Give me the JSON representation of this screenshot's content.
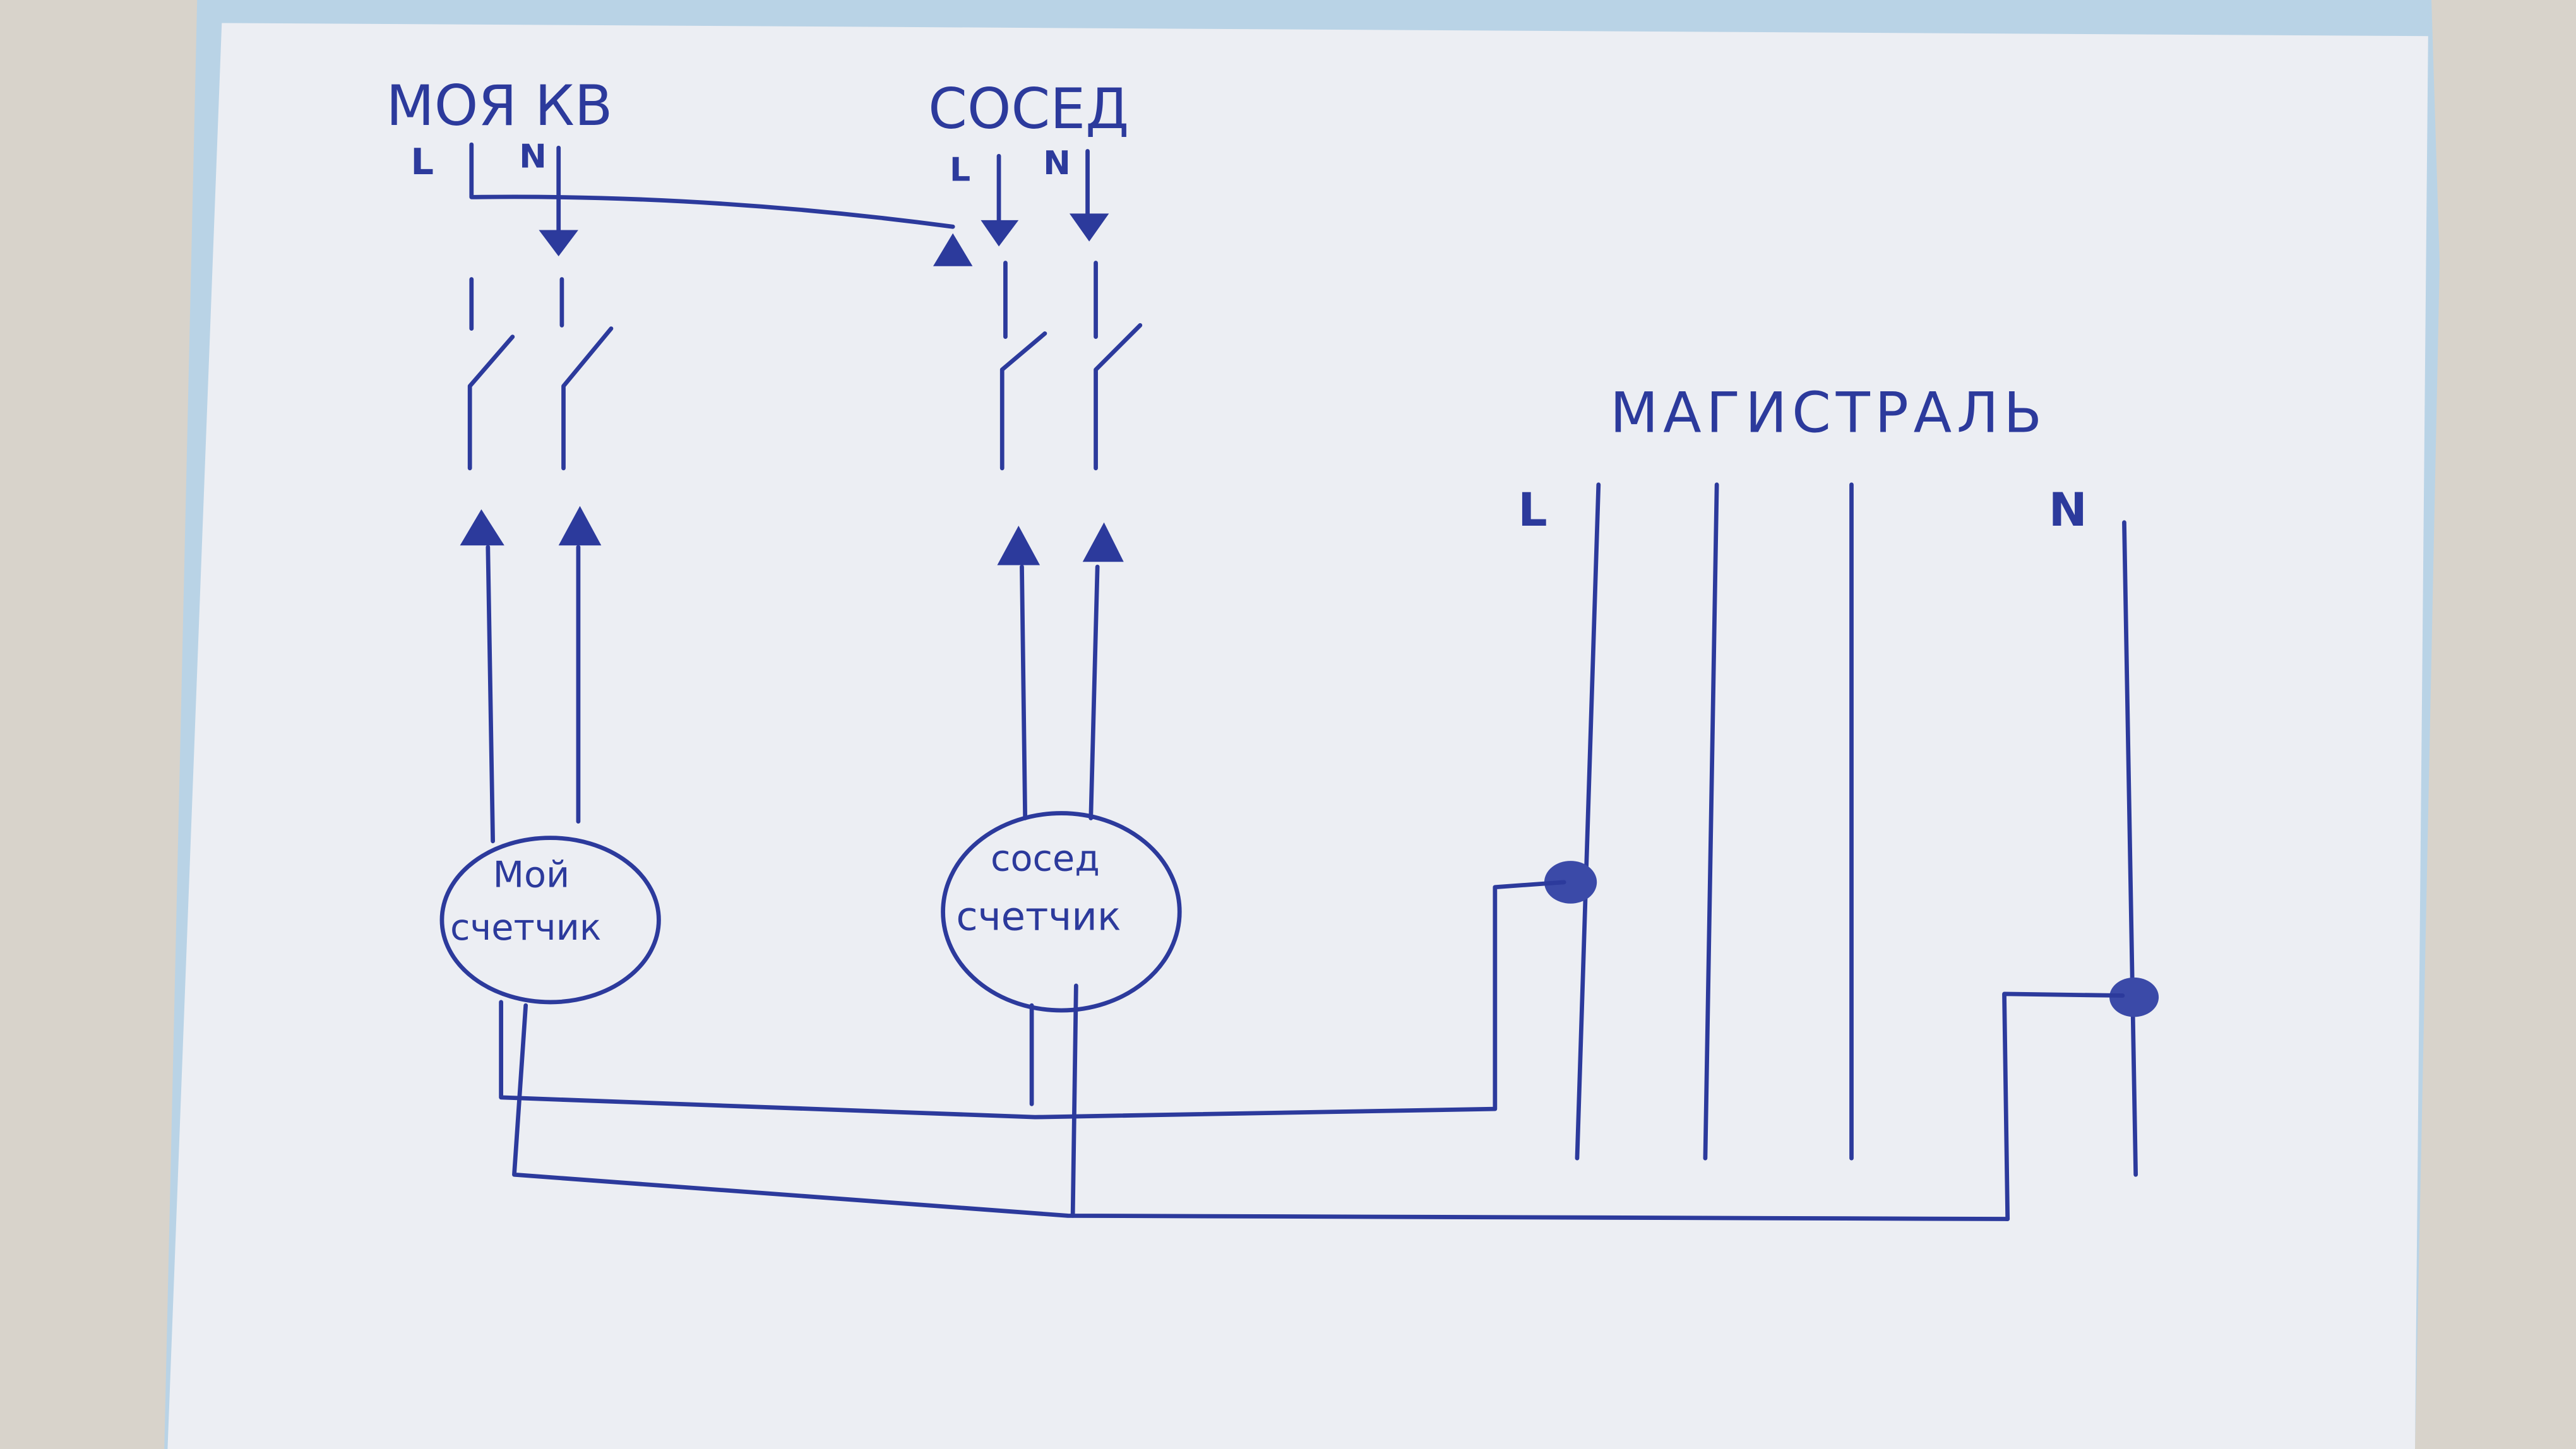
{
  "colors": {
    "ink": "#2c3a9c",
    "paper": "#eceef3",
    "background": "#d8d3cb"
  },
  "my_apartment": {
    "title": "МОЯ КВ",
    "l_label": "L",
    "n_label": "N"
  },
  "neighbor": {
    "title": "СОСЕД",
    "l_label": "L",
    "n_label": "N"
  },
  "mains": {
    "title": "МАГИСТРАЛЬ",
    "l_label": "L",
    "n_label": "N"
  },
  "my_meter": {
    "line1": "Мой",
    "line2": "счетчик"
  },
  "neighbor_meter": {
    "line1": "сосед",
    "line2": "счетчик"
  }
}
